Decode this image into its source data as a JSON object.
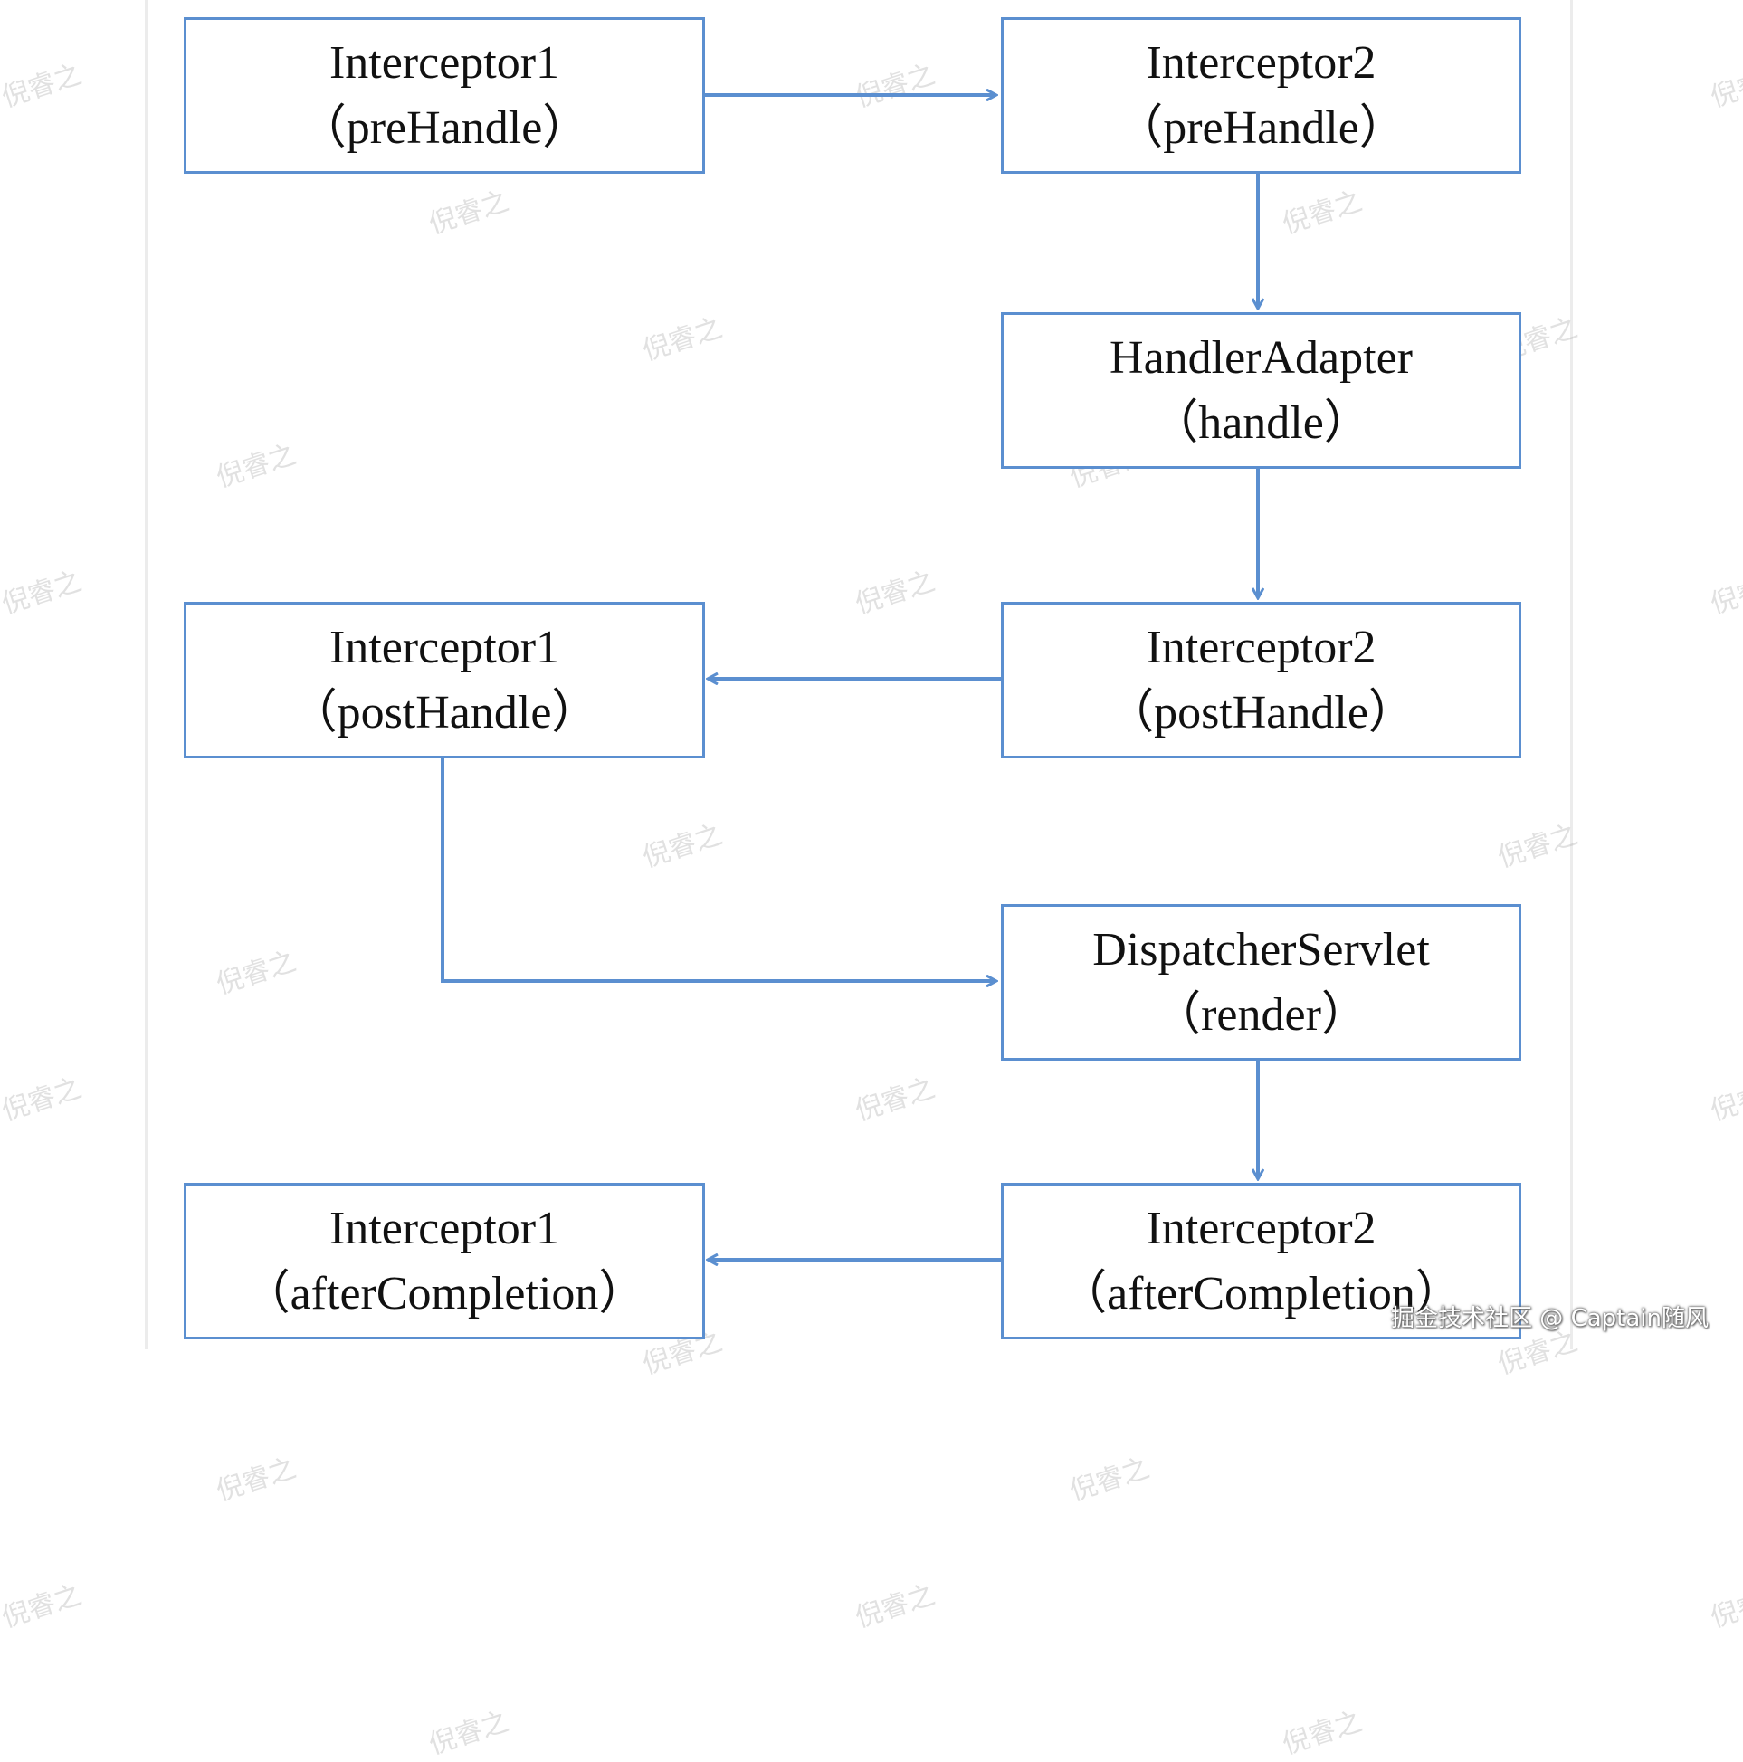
{
  "diagram": {
    "nodes": [
      {
        "id": "i1-pre",
        "title": "Interceptor1",
        "method": "（preHandle）"
      },
      {
        "id": "i2-pre",
        "title": "Interceptor2",
        "method": "（preHandle）"
      },
      {
        "id": "ha-handle",
        "title": "HandlerAdapter",
        "method": "（handle）"
      },
      {
        "id": "i2-post",
        "title": "Interceptor2",
        "method": "（postHandle）"
      },
      {
        "id": "i1-post",
        "title": "Interceptor1",
        "method": "（postHandle）"
      },
      {
        "id": "ds-render",
        "title": "DispatcherServlet",
        "method": "（render）"
      },
      {
        "id": "i2-after",
        "title": "Interceptor2",
        "method": "（afterCompletion）"
      },
      {
        "id": "i1-after",
        "title": "Interceptor1",
        "method": "（afterCompletion）"
      }
    ],
    "edges": [
      {
        "from": "i1-pre",
        "to": "i2-pre"
      },
      {
        "from": "i2-pre",
        "to": "ha-handle"
      },
      {
        "from": "ha-handle",
        "to": "i2-post"
      },
      {
        "from": "i2-post",
        "to": "i1-post"
      },
      {
        "from": "i1-post",
        "to": "ds-render"
      },
      {
        "from": "ds-render",
        "to": "i2-after"
      },
      {
        "from": "i2-after",
        "to": "i1-after"
      }
    ]
  },
  "watermark": "倪睿之",
  "credit": "掘金技术社区 @ Captain随风",
  "colors": {
    "line": "#5b8fd0",
    "text": "#111111"
  }
}
